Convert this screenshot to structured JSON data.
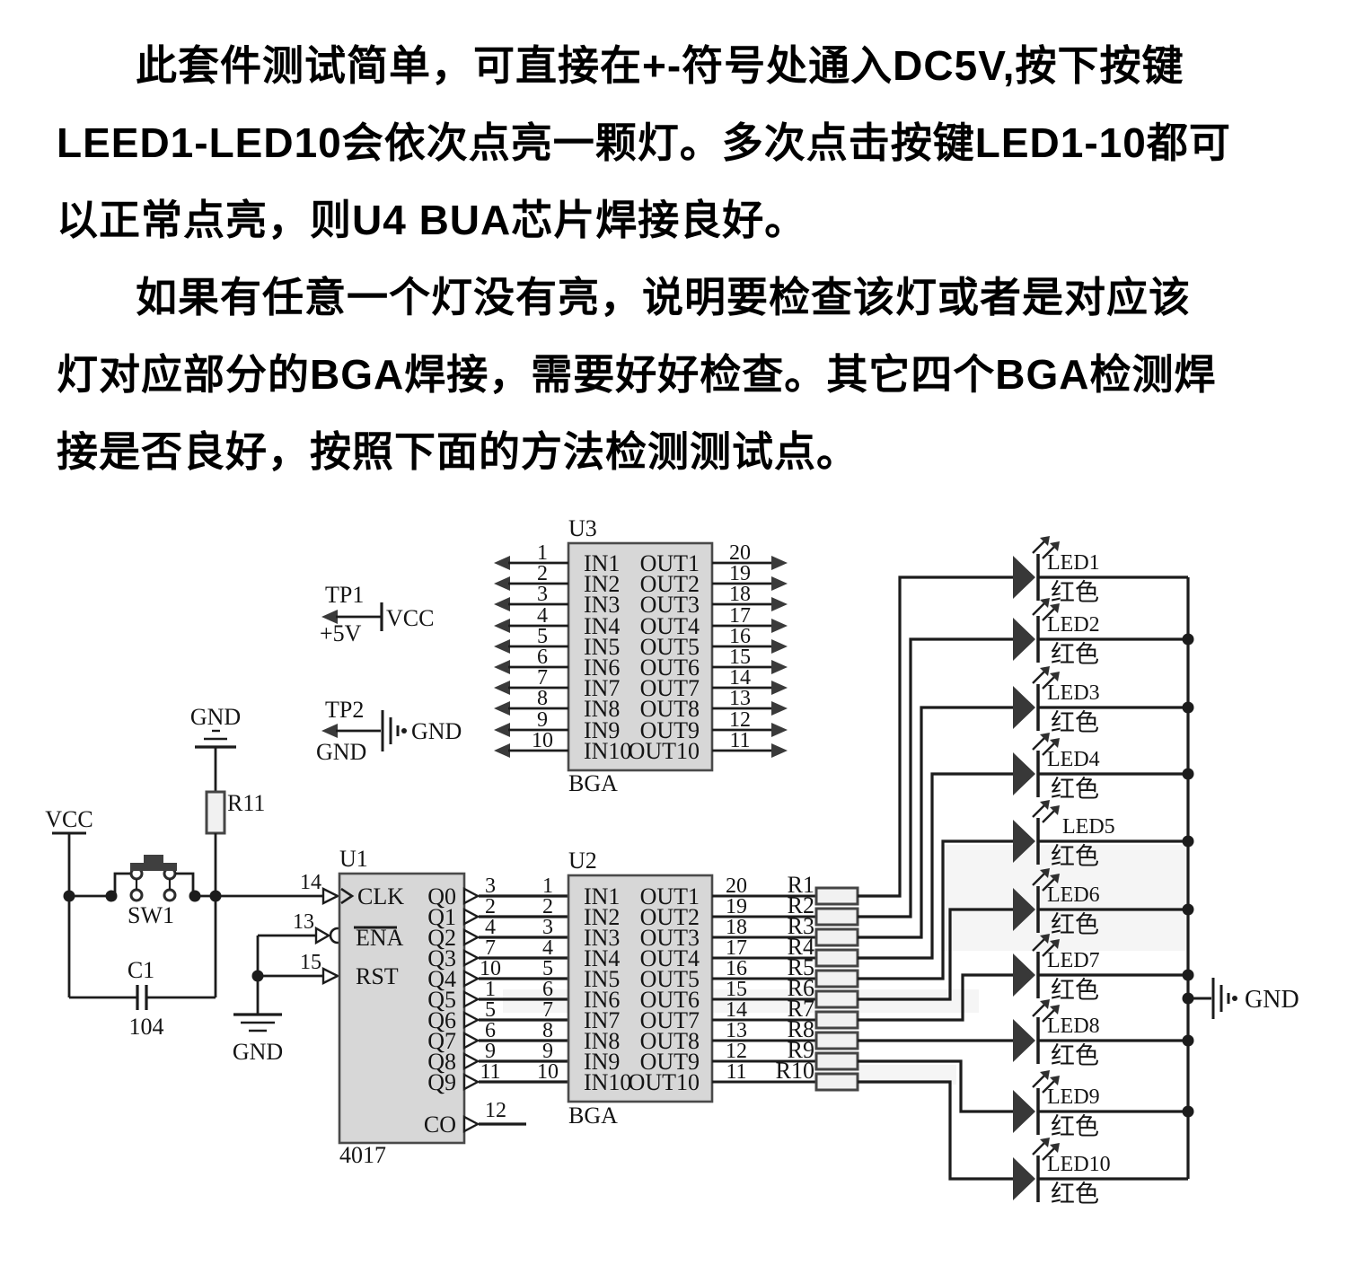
{
  "intro": {
    "lines": [
      "此套件测试简单，可直接在+-符号处通入DC5V,按下按键",
      "LEED1-LED10会依次点亮一颗灯。多次点击按键LED1-10都可",
      "以正常点亮，则U4 BUA芯片焊接良好。",
      "如果有任意一个灯没有亮，说明要检查该灯或者是对应该",
      "灯对应部分的BGA焊接，需要好好检查。其它四个BGA检测焊",
      "接是否良好，按照下面的方法检测测试点。"
    ]
  },
  "u3": {
    "ref": "U3",
    "part": "BGA",
    "left": [
      [
        "1",
        "IN1"
      ],
      [
        "2",
        "IN2"
      ],
      [
        "3",
        "IN3"
      ],
      [
        "4",
        "IN4"
      ],
      [
        "5",
        "IN5"
      ],
      [
        "6",
        "IN6"
      ],
      [
        "7",
        "IN7"
      ],
      [
        "8",
        "IN8"
      ],
      [
        "9",
        "IN9"
      ],
      [
        "10",
        "IN10"
      ]
    ],
    "right": [
      [
        "20",
        "OUT1"
      ],
      [
        "19",
        "OUT2"
      ],
      [
        "18",
        "OUT3"
      ],
      [
        "17",
        "OUT4"
      ],
      [
        "16",
        "OUT5"
      ],
      [
        "15",
        "OUT6"
      ],
      [
        "14",
        "OUT7"
      ],
      [
        "13",
        "OUT8"
      ],
      [
        "12",
        "OUT9"
      ],
      [
        "11",
        "OUT10"
      ]
    ]
  },
  "u2": {
    "ref": "U2",
    "part": "BGA",
    "left": [
      [
        "1",
        "IN1"
      ],
      [
        "2",
        "IN2"
      ],
      [
        "3",
        "IN3"
      ],
      [
        "4",
        "IN4"
      ],
      [
        "5",
        "IN5"
      ],
      [
        "6",
        "IN6"
      ],
      [
        "7",
        "IN7"
      ],
      [
        "8",
        "IN8"
      ],
      [
        "9",
        "IN9"
      ],
      [
        "10",
        "IN10"
      ]
    ],
    "right": [
      [
        "20",
        "OUT1"
      ],
      [
        "19",
        "OUT2"
      ],
      [
        "18",
        "OUT3"
      ],
      [
        "17",
        "OUT4"
      ],
      [
        "16",
        "OUT5"
      ],
      [
        "15",
        "OUT6"
      ],
      [
        "14",
        "OUT7"
      ],
      [
        "13",
        "OUT8"
      ],
      [
        "12",
        "OUT9"
      ],
      [
        "11",
        "OUT10"
      ]
    ]
  },
  "u1": {
    "ref": "U1",
    "part": "4017",
    "clk": [
      "14",
      "CLK"
    ],
    "ena": [
      "13",
      "ENA"
    ],
    "rst": [
      "15",
      "RST"
    ],
    "q": [
      [
        "3",
        "Q0"
      ],
      [
        "2",
        "Q1"
      ],
      [
        "4",
        "Q2"
      ],
      [
        "7",
        "Q3"
      ],
      [
        "10",
        "Q4"
      ],
      [
        "1",
        "Q5"
      ],
      [
        "5",
        "Q6"
      ],
      [
        "6",
        "Q7"
      ],
      [
        "9",
        "Q8"
      ],
      [
        "11",
        "Q9"
      ]
    ],
    "co": [
      "12",
      "CO"
    ]
  },
  "resistors": [
    "R1",
    "R2",
    "R3",
    "R4",
    "R5",
    "R6",
    "R7",
    "R8",
    "R9",
    "R10"
  ],
  "r11": "R11",
  "leds": [
    [
      "LED1",
      "红色"
    ],
    [
      "LED2",
      "红色"
    ],
    [
      "LED3",
      "红色"
    ],
    [
      "LED4",
      "红色"
    ],
    [
      "LED5",
      "红色"
    ],
    [
      "LED6",
      "红色"
    ],
    [
      "LED7",
      "红色"
    ],
    [
      "LED8",
      "红色"
    ],
    [
      "LED9",
      "红色"
    ],
    [
      "LED10",
      "红色"
    ]
  ],
  "tp1": {
    "ref": "TP1",
    "sub": "+5V",
    "net": "VCC"
  },
  "tp2": {
    "ref": "TP2",
    "sub": "GND",
    "net": "GND"
  },
  "power": {
    "vcc": "VCC",
    "gnd_top": "GND",
    "gnd_mid": "GND",
    "gnd_right": "GND"
  },
  "sw": "SW1",
  "c1": {
    "ref": "C1",
    "val": "104"
  },
  "colors": {
    "ink": "#1c1c1c",
    "chip_fill": "#d7d7d7",
    "chip_border": "#4a4a4a",
    "res_fill": "#f1f1f1",
    "arrow": "#3a3a3a",
    "band": "#f5f5f5"
  }
}
